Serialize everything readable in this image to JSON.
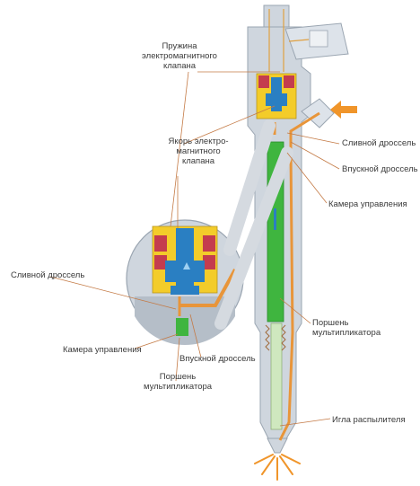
{
  "labels": {
    "spring": "Пружина\nэлектромагнитного\nклапана",
    "armature": "Якорь электро-\nмагнитного\nклапана",
    "drain_throttle_right": "Сливной дроссель",
    "inlet_throttle_right": "Впускной дроссель",
    "control_chamber_right": "Камера управления",
    "piston_right": "Поршень\nмультипликатора",
    "needle": "Игла распылителя",
    "drain_throttle_left": "Сливной дроссель",
    "control_chamber_left": "Камера управления",
    "inlet_throttle_left": "Впускной дроссель",
    "piston_left": "Поршень\nмультипликатора"
  },
  "colors": {
    "body": "#cfd6de",
    "body_stroke": "#9aa5b1",
    "fuel": "#e8953a",
    "green": "#3fb53f",
    "blue": "#2a7fc2",
    "yellow": "#f3cc2a",
    "red": "#c43c4e",
    "leader": "#c47a45",
    "arrow": "#f0952a"
  }
}
